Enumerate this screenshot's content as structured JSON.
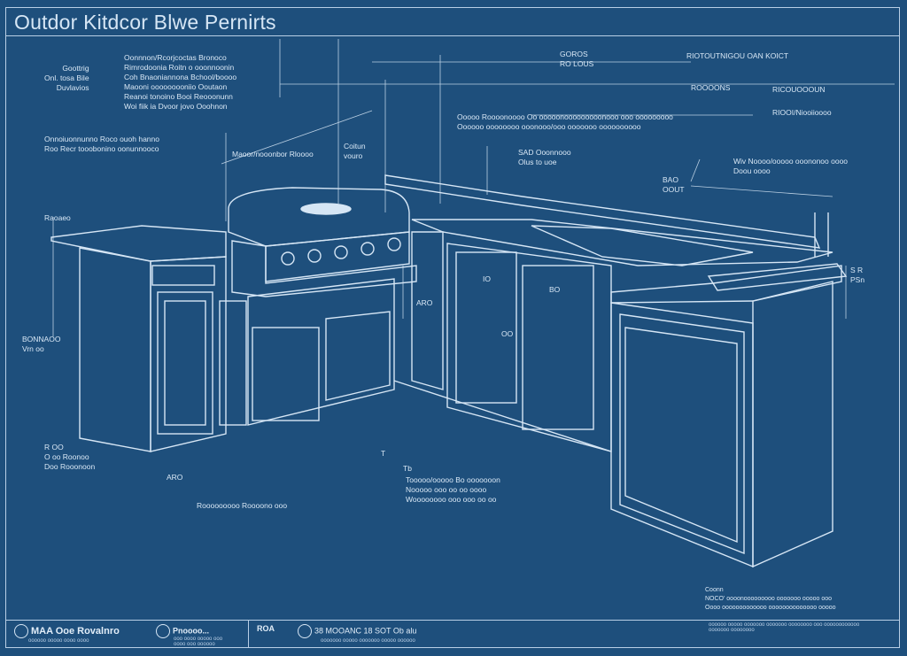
{
  "title": "Outdor Kitdcor Blwe Pernirts",
  "labels": {
    "top_left_a": "Goottrig\nOnl. tosa Bile\nDuvlavios",
    "top_center": "Oonnnon/Rcorjcoctas Bronoco\nRimrodoonia Roitn o ooonnoonin\nCoh Bnaoniannona Bchool/boooo\nMaooni ooooooooniio Ooutaon\nReanoi tonoino Booi Reooonunn\nWoi fiik ia Dvoor jovo Ooohnon",
    "mid_left": "Onnoiuonnunno Roco ouoh hanno\nRoo Recr tooobonino oonunnooco",
    "mid_center": "Maoor/nooonbor Rloooo",
    "corr": "Coitun\nvouro",
    "top_right_a": "GOROS\nRO LOUS",
    "top_right_b": "RIOTOUTNIGOU OAN KOICT",
    "top_right_c": "ROOOONS",
    "top_right_d": "RICOUOOOUN",
    "right_long": "Ooooo Roooonoooo Oo ooooonooooooooonooo ooo ooooooooo\nOooooo oooooooo ooonooo/ooo ooooooo oooooooooo",
    "right_long_b": "RIOOI/Niooiioooo",
    "sad": "SAD Ooonnooo\nOlus to uoe",
    "wiv": "Wiv Noooo/ooooo ooononoo oooo\nDoou oooo",
    "ba": "BAO\nOOUT",
    "ragaeo": "Raoaeo",
    "bonnao": "BONNAOO\nVrn oo",
    "s_r": "S R\nPSn",
    "bo": "BO",
    "io": "IO",
    "aro": "ARO",
    "oo1": "OO",
    "t": "T",
    "bot_left": "R OO\nO oo Roonoo\nDoo Rooonoon",
    "aro2": "ARO",
    "bot_center_a": "Rooooooooo Roooono ooo",
    "bot_center_b": "Tooooo/ooooo Bo ooooooon\nNooooo ooo oo oo oooo\nWoooooooo ooo ooo oo oo",
    "ta": "Tb",
    "corner_note": "Coonn\nNOCO' oooonooooooooo ooooooo ooooo ooo\nOooo ooooooooooooo oooooooooooooo ooooo"
  },
  "footer": {
    "logo_text": "MAA Ooe Rovalnro",
    "logo_sub": "oooooo ooooo oooo oooo",
    "cell2": "Pnoooo...",
    "cell2_sub": "ooo oooo ooooo ooo\noooo ooo oooooo",
    "cell3": "ROA",
    "cell4": "38 MOOANC 18 SOT Ob alu",
    "cell4_sub": "ooooooo ooooo ooooooo ooooo oooooo",
    "right_notes": "oooooo ooooo ooooooo ooooooo oooooooo ooo oooooooooooo\nooooooo oooooooo"
  },
  "colors": {
    "background": "#1e4f7c",
    "line": "#d6e6f5"
  }
}
